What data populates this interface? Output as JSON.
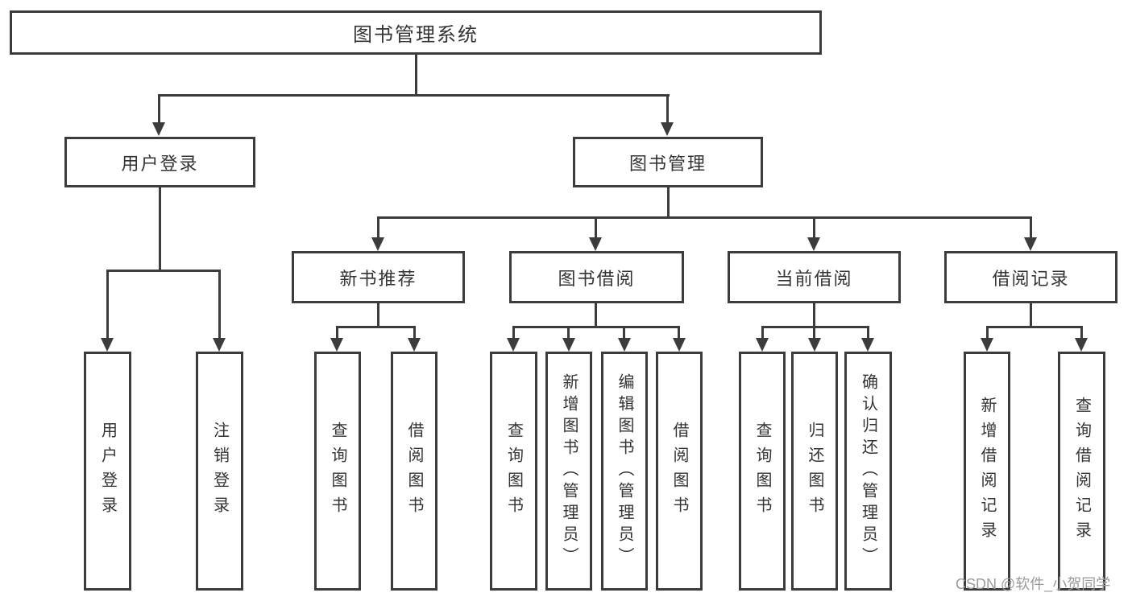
{
  "meta": {
    "watermark": "CSDN @软件_小贺同学",
    "colors": {
      "line": "#3c3c3c",
      "text": "#333333",
      "watermark": "#9b9b9b",
      "background": "#ffffff"
    }
  },
  "nodes": {
    "root": {
      "label": "图书管理系统"
    },
    "user_login": {
      "label": "用户登录"
    },
    "book_mgmt": {
      "label": "图书管理"
    },
    "new_book_rec": {
      "label": "新书推荐"
    },
    "book_borrow": {
      "label": "图书借阅"
    },
    "current_borrow": {
      "label": "当前借阅"
    },
    "borrow_record": {
      "label": "借阅记录"
    },
    "leaf_user_login": {
      "label": "用户登录"
    },
    "leaf_logout": {
      "label": "注销登录"
    },
    "leaf_query_book_a": {
      "label": "查询图书"
    },
    "leaf_borrow_book_a": {
      "label": "借阅图书"
    },
    "leaf_query_book_b": {
      "label": "查询图书"
    },
    "leaf_add_book": {
      "label": "新增图书（管理员）"
    },
    "leaf_edit_book": {
      "label": "编辑图书（管理员）"
    },
    "leaf_borrow_book_b": {
      "label": "借阅图书"
    },
    "leaf_query_book_c": {
      "label": "查询图书"
    },
    "leaf_return_book": {
      "label": "归还图书"
    },
    "leaf_confirm_return": {
      "label": "确认归还（管理员）"
    },
    "leaf_add_record": {
      "label": "新增借阅记录"
    },
    "leaf_query_record": {
      "label": "查询借阅记录"
    }
  }
}
